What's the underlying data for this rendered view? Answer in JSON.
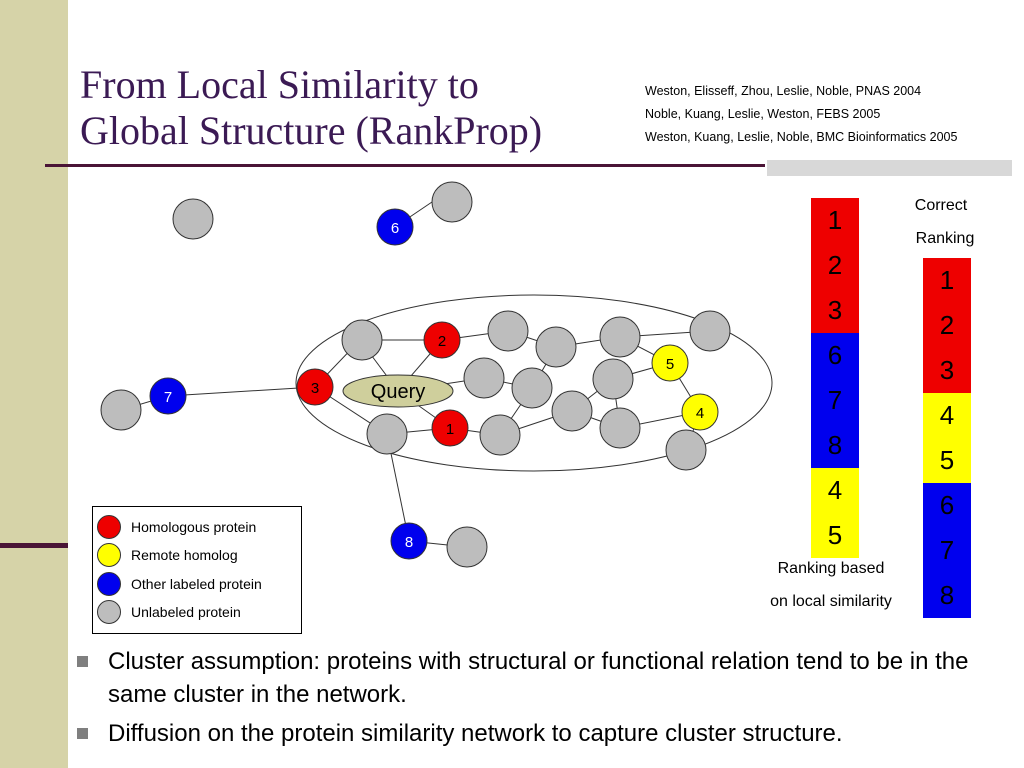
{
  "title": {
    "line1": "From Local Similarity to",
    "line2": "Global Structure (RankProp)"
  },
  "references": [
    "Weston, Elisseff, Zhou, Leslie, Noble, PNAS 2004",
    "Noble, Kuang, Leslie, Weston, FEBS 2005",
    "Weston, Kuang, Leslie, Noble, BMC Bioinformatics 2005"
  ],
  "network": {
    "query_label": "Query",
    "labeled_nodes": [
      {
        "label": "1",
        "type": "homologous"
      },
      {
        "label": "2",
        "type": "homologous"
      },
      {
        "label": "3",
        "type": "homologous"
      },
      {
        "label": "4",
        "type": "remote"
      },
      {
        "label": "5",
        "type": "remote"
      },
      {
        "label": "6",
        "type": "other"
      },
      {
        "label": "7",
        "type": "other"
      },
      {
        "label": "8",
        "type": "other"
      }
    ]
  },
  "legend": {
    "items": [
      {
        "label": "Homologous protein",
        "color": "#ee0000"
      },
      {
        "label": "Remote homolog",
        "color": "#ffff00"
      },
      {
        "label": "Other labeled protein",
        "color": "#0000ee"
      },
      {
        "label": "Unlabeled protein",
        "color": "#bdbdbd"
      }
    ]
  },
  "local_ranking": {
    "caption_line1": "Ranking based",
    "caption_line2": "on local similarity",
    "cells": [
      {
        "value": "1",
        "color": "#ee0000"
      },
      {
        "value": "2",
        "color": "#ee0000"
      },
      {
        "value": "3",
        "color": "#ee0000"
      },
      {
        "value": "6",
        "color": "#0000ee"
      },
      {
        "value": "7",
        "color": "#0000ee"
      },
      {
        "value": "8",
        "color": "#0000ee"
      },
      {
        "value": "4",
        "color": "#ffff00"
      },
      {
        "value": "5",
        "color": "#ffff00"
      }
    ]
  },
  "correct_ranking": {
    "caption_line1": "Correct",
    "caption_line2": "Ranking",
    "cells": [
      {
        "value": "1",
        "color": "#ee0000"
      },
      {
        "value": "2",
        "color": "#ee0000"
      },
      {
        "value": "3",
        "color": "#ee0000"
      },
      {
        "value": "4",
        "color": "#ffff00"
      },
      {
        "value": "5",
        "color": "#ffff00"
      },
      {
        "value": "6",
        "color": "#0000ee"
      },
      {
        "value": "7",
        "color": "#0000ee"
      },
      {
        "value": "8",
        "color": "#0000ee"
      }
    ]
  },
  "bullets": [
    "Cluster assumption: proteins with structural or functional relation tend to be in the same cluster in the network.",
    "Diffusion on the protein similarity network to capture cluster structure."
  ],
  "colors": {
    "homologous": "#ee0000",
    "remote": "#ffff00",
    "other": "#0000ee",
    "unlabeled": "#bdbdbd",
    "query_fill": "#cfcf9c",
    "title": "#3b1a54",
    "accent": "#4a1436"
  }
}
